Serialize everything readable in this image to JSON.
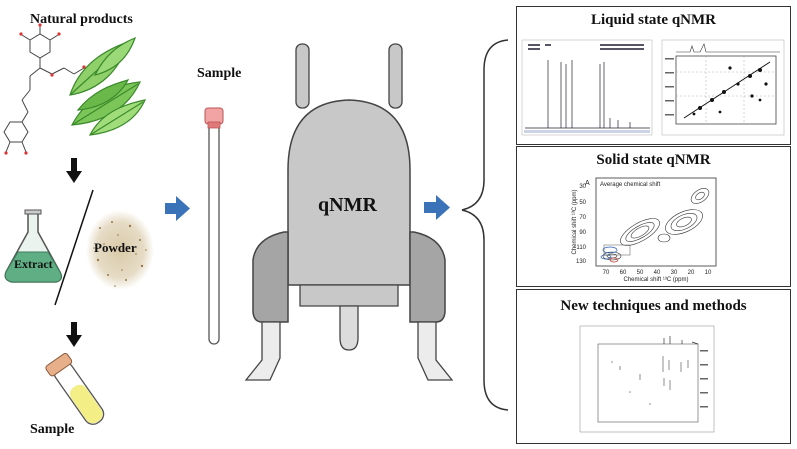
{
  "left": {
    "natural_products_label": "Natural products",
    "extract_label": "Extract",
    "powder_label": "Powder",
    "sample_bottom_label": "Sample"
  },
  "middle": {
    "sample_label": "Sample",
    "instrument_label": "qNMR"
  },
  "panels": {
    "liquid_title": "Liquid state qNMR",
    "solid_title": "Solid state qNMR",
    "new_title": "New techniques and methods"
  },
  "solid_plot": {
    "panel_letter": "A",
    "annotation": "Average chemical shift",
    "ylabel": "Chemical shift ¹³C (ppm)",
    "xlabel": "Chemical shift ¹³C (ppm)",
    "yticks": [
      "30",
      "50",
      "70",
      "90",
      "110",
      "130"
    ],
    "xticks": [
      "70",
      "60",
      "50",
      "40",
      "30",
      "20",
      "10"
    ]
  },
  "colors": {
    "arrow_blue": "#3b73b9",
    "magnet_gray": "#c8c8c8",
    "flask_green": "#5fae84",
    "tube_cap_pink": "#f2a3a3",
    "vial_yellow": "#f3ee85"
  }
}
